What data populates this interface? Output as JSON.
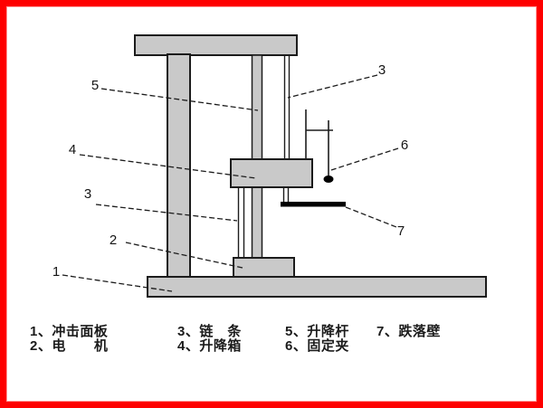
{
  "frame": {
    "border_color": "#fe0000",
    "background": "#ffffff"
  },
  "colors": {
    "shape_fill": "#c9c9c9",
    "shape_stroke": "#1c1c1c",
    "leader_line": "#1c1c1c",
    "drop_bar_fill": "#000000"
  },
  "diagram": {
    "description": "drop-impact-test-machine-schematic",
    "part_labels": [
      {
        "id": "5-lifting-rod",
        "text": "5"
      },
      {
        "id": "4-lifting-box",
        "text": "4"
      },
      {
        "id": "3-chain-left",
        "text": "3"
      },
      {
        "id": "2-motor",
        "text": "2"
      },
      {
        "id": "1-impact-panel",
        "text": "1"
      },
      {
        "id": "3-chain-right",
        "text": "3"
      },
      {
        "id": "6-fixing-clamp",
        "text": "6"
      },
      {
        "id": "7-drop-wall",
        "text": "7"
      }
    ]
  },
  "legend": {
    "items": [
      {
        "text": "1、冲击面板"
      },
      {
        "text": "2、电　　机"
      },
      {
        "text": "3、链　条"
      },
      {
        "text": "4、升降箱"
      },
      {
        "text": "5、升降杆"
      },
      {
        "text": "6、固定夹"
      },
      {
        "text": "7、跌落壁"
      }
    ]
  }
}
